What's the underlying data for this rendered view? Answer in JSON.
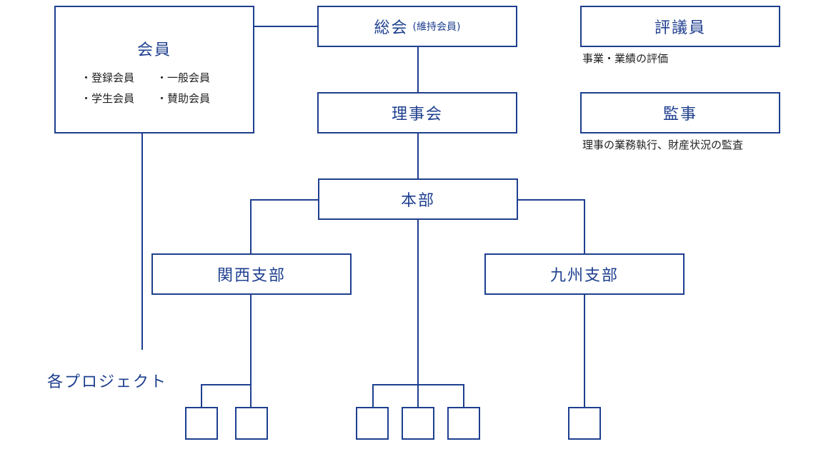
{
  "members": {
    "title": "会員",
    "types": [
      "・登録会員",
      "・一般会員",
      "・学生会員",
      "・賛助会員"
    ]
  },
  "general_assembly": {
    "label": "総会",
    "note": "(維持会員)"
  },
  "councilors": {
    "label": "評議員",
    "note": "事業・業績の評価"
  },
  "board": {
    "label": "理事会"
  },
  "auditor": {
    "label": "監事",
    "note": "理事の業務執行、財産状況の監査"
  },
  "headquarters": {
    "label": "本部"
  },
  "kansai_branch": {
    "label": "関西支部"
  },
  "kyushu_branch": {
    "label": "九州支部"
  },
  "projects": {
    "label": "各プロジェクト"
  },
  "colors": {
    "line": "#1e3f8f",
    "text": "#1e3f8f",
    "note_text": "#222222",
    "background": "#ffffff"
  }
}
